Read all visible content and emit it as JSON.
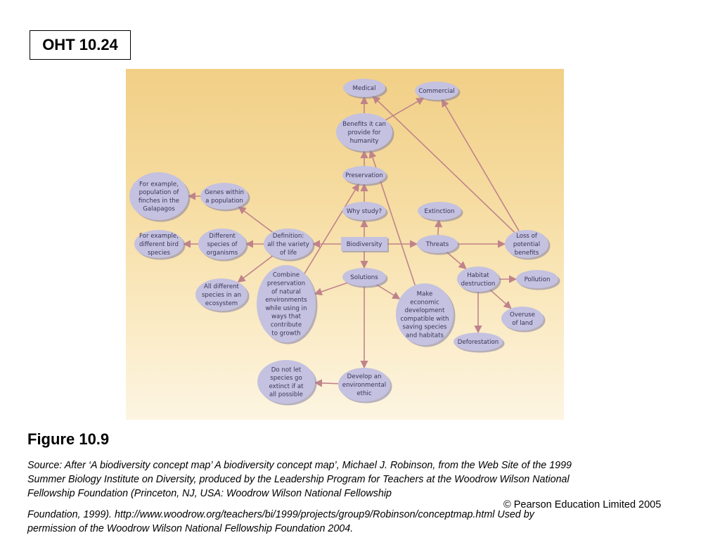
{
  "slide": {
    "label": "OHT 10.24",
    "figure_title": "Figure 10.9",
    "source_lines_1": [
      "Source: After ‘A biodiversity concept map’ A biodiversity concept map’, Michael J. Robinson, from the Web Site of the 1999",
      "Summer Biology Institute on Diversity, produced by the Leadership Program for Teachers at the Woodrow Wilson National",
      "Fellowship Foundation (Princeton, NJ, USA: Woodrow Wilson National Fellowship"
    ],
    "source_lines_2": [
      "Foundation, 1999). http://www.woodrow.org/teachers/bi/1999/projects/group9/Robinson/conceptmap.html Used by",
      "permission of the Woodrow Wilson National Fellowship Foundation  2004."
    ],
    "copyright": "© Pearson Education Limited 2005"
  },
  "colors": {
    "node_fill": "#c4c2e0",
    "node_shadow": "#7f7ba6",
    "arrow": "#c0838a",
    "text": "#3a3356"
  },
  "concept_map": {
    "nodes": [
      {
        "id": "medical",
        "lines": [
          "Medical"
        ]
      },
      {
        "id": "commercial",
        "lines": [
          "Commercial"
        ]
      },
      {
        "id": "benefits",
        "lines": [
          "Benefits it can",
          "provide for",
          "humanity"
        ]
      },
      {
        "id": "preservation",
        "lines": [
          "Preservation"
        ]
      },
      {
        "id": "whystudy",
        "lines": [
          "Why study?"
        ]
      },
      {
        "id": "biodiversity",
        "lines": [
          "Biodiversity"
        ],
        "shape": "rect"
      },
      {
        "id": "extinction",
        "lines": [
          "Extinction"
        ]
      },
      {
        "id": "threats",
        "lines": [
          "Threats"
        ]
      },
      {
        "id": "lossbenefits",
        "lines": [
          "Loss of",
          "potential",
          "benefits"
        ]
      },
      {
        "id": "genes",
        "lines": [
          "Genes within",
          "a population"
        ]
      },
      {
        "id": "finches",
        "lines": [
          "For example,",
          "population of",
          "finches in the",
          "Galapagos"
        ]
      },
      {
        "id": "definition",
        "lines": [
          "Definition:",
          "all the variety",
          "of life"
        ]
      },
      {
        "id": "species",
        "lines": [
          "Different",
          "species of",
          "organisms"
        ]
      },
      {
        "id": "birds",
        "lines": [
          "For example,",
          "different bird",
          "species"
        ]
      },
      {
        "id": "ecosystem",
        "lines": [
          "All different",
          "species in an",
          "ecosystem"
        ]
      },
      {
        "id": "combine",
        "lines": [
          "Combine",
          "preservation",
          "of natural",
          "environments",
          "while using in",
          "ways that",
          "contribute",
          "to growth"
        ]
      },
      {
        "id": "solutions",
        "lines": [
          "Solutions"
        ]
      },
      {
        "id": "economic",
        "lines": [
          "Make",
          "economic",
          "development",
          "compatible with",
          "saving species",
          "and habitats"
        ]
      },
      {
        "id": "habitat",
        "lines": [
          "Habitat",
          "destruction"
        ]
      },
      {
        "id": "pollution",
        "lines": [
          "Pollution"
        ]
      },
      {
        "id": "overuse",
        "lines": [
          "Overuse",
          "of land"
        ]
      },
      {
        "id": "deforestation",
        "lines": [
          "Deforestation"
        ]
      },
      {
        "id": "extinct",
        "lines": [
          "Do not let",
          "species go",
          "extinct if at",
          "all possible"
        ]
      },
      {
        "id": "ethic",
        "lines": [
          "Develop an",
          "environmental",
          "ethic"
        ]
      }
    ],
    "links": [
      [
        "benefits",
        "medical"
      ],
      [
        "benefits",
        "commercial"
      ],
      [
        "preservation",
        "benefits"
      ],
      [
        "whystudy",
        "preservation"
      ],
      [
        "biodiversity",
        "whystudy"
      ],
      [
        "biodiversity",
        "threats"
      ],
      [
        "biodiversity",
        "solutions"
      ],
      [
        "biodiversity",
        "definition"
      ],
      [
        "threats",
        "extinction"
      ],
      [
        "threats",
        "lossbenefits"
      ],
      [
        "threats",
        "habitat"
      ],
      [
        "lossbenefits",
        "medical"
      ],
      [
        "lossbenefits",
        "commercial"
      ],
      [
        "definition",
        "genes"
      ],
      [
        "definition",
        "species"
      ],
      [
        "definition",
        "ecosystem"
      ],
      [
        "genes",
        "finches"
      ],
      [
        "species",
        "birds"
      ],
      [
        "combine",
        "preservation"
      ],
      [
        "economic",
        "benefits"
      ],
      [
        "solutions",
        "combine"
      ],
      [
        "solutions",
        "economic"
      ],
      [
        "solutions",
        "ethic"
      ],
      [
        "ethic",
        "extinct"
      ],
      [
        "habitat",
        "pollution"
      ],
      [
        "habitat",
        "overuse"
      ],
      [
        "habitat",
        "deforestation"
      ]
    ]
  }
}
